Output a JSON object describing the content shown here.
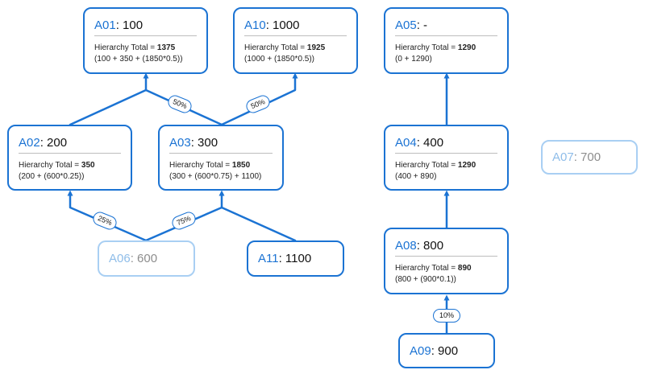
{
  "nodes": {
    "a01": {
      "id": "A01",
      "value": "100",
      "label": "Hierarchy Total = ",
      "total": "1375",
      "formula": "(100 + 350 + (1850*0.5))"
    },
    "a10": {
      "id": "A10",
      "value": "1000",
      "label": "Hierarchy Total = ",
      "total": "1925",
      "formula": "(1000 + (1850*0.5))"
    },
    "a05": {
      "id": "A05",
      "value": "-",
      "label": "Hierarchy Total = ",
      "total": "1290",
      "formula": "(0 + 1290)"
    },
    "a02": {
      "id": "A02",
      "value": "200",
      "label": "Hierarchy Total = ",
      "total": "350",
      "formula": "(200 + (600*0.25))"
    },
    "a03": {
      "id": "A03",
      "value": "300",
      "label": "Hierarchy Total = ",
      "total": "1850",
      "formula": "(300 + (600*0.75) + 1100)"
    },
    "a04": {
      "id": "A04",
      "value": "400",
      "label": "Hierarchy Total = ",
      "total": "1290",
      "formula": "(400 + 890)"
    },
    "a08": {
      "id": "A08",
      "value": "800",
      "label": "Hierarchy Total = ",
      "total": "890",
      "formula": "(800 + (900*0.1))"
    },
    "a06": {
      "id": "A06",
      "value": "600"
    },
    "a11": {
      "id": "A11",
      "value": "1100"
    },
    "a09": {
      "id": "A09",
      "value": "900"
    },
    "a07": {
      "id": "A07",
      "value": "700"
    }
  },
  "edge_labels": {
    "a03_to_a01": "50%",
    "a03_to_a10": "50%",
    "a06_to_a02": "25%",
    "a06_to_a03": "75%",
    "a09_to_a08": "10%"
  },
  "colors": {
    "accent": "#1b73d3",
    "dimmed": "#a9cff3"
  }
}
